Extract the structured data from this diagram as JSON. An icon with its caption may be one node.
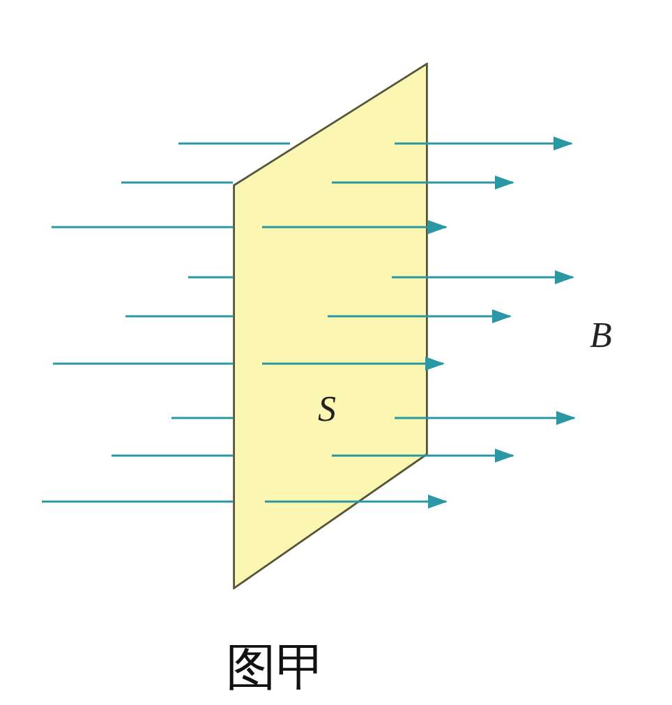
{
  "diagram": {
    "caption": "图甲",
    "nodes": [
      {
        "text": [
          "S"
        ]
      }
    ],
    "labels": [
      "B"
    ]
  }
}
